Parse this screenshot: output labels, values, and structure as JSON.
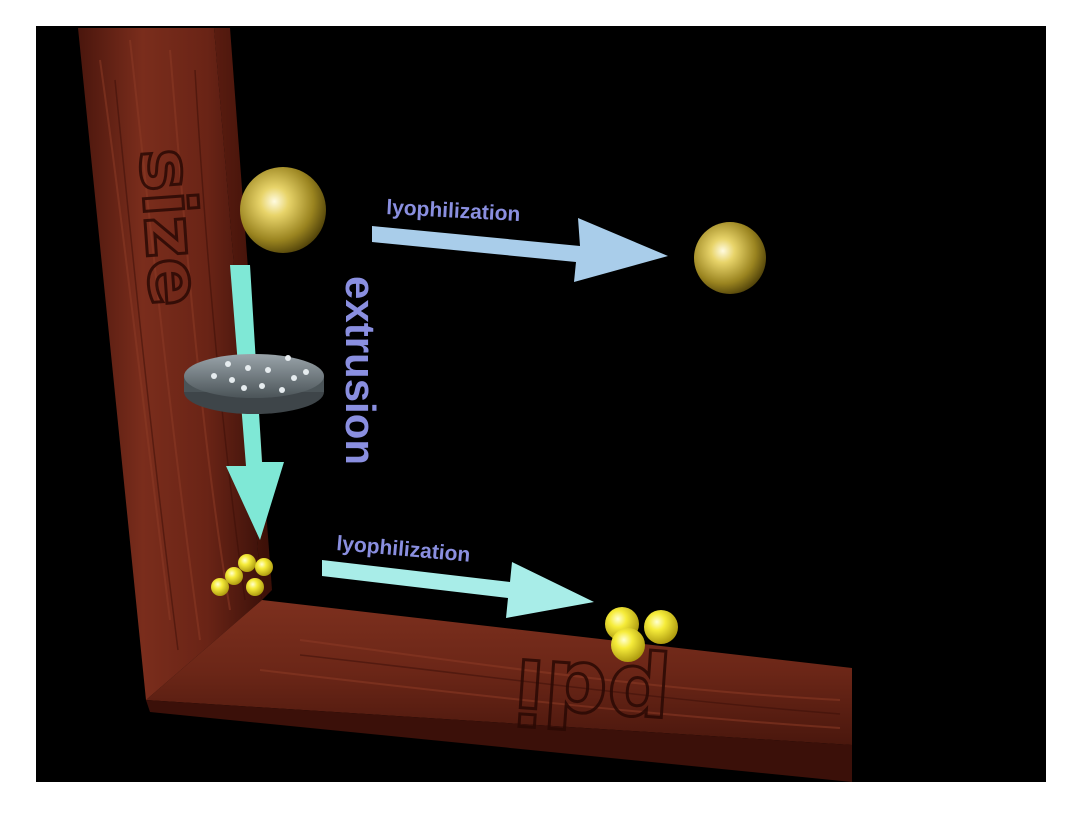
{
  "labels": {
    "top_process": "lyophilization",
    "bottom_process": "lyophilization",
    "vertical_process": "extrusion"
  },
  "frame": {
    "vertical_axis_text": "size",
    "horizontal_axis_text": "pdi"
  },
  "colors": {
    "background": "#000000",
    "page": "#ffffff",
    "wood": "#6e2718",
    "arrow_lyophilization_top": "#a9cdea",
    "arrow_lyophilization_bottom": "#a8ede8",
    "arrow_extrusion": "#7fe8d6",
    "label_text": "#8a8fe0",
    "particle_large": "#c9b13a",
    "particle_small": "#f2e630",
    "membrane": "#707a80"
  },
  "icons": {
    "large_particle": "gold-sphere-icon",
    "small_particles": "yellow-sphere-cluster-icon",
    "membrane": "perforated-disc-icon"
  }
}
